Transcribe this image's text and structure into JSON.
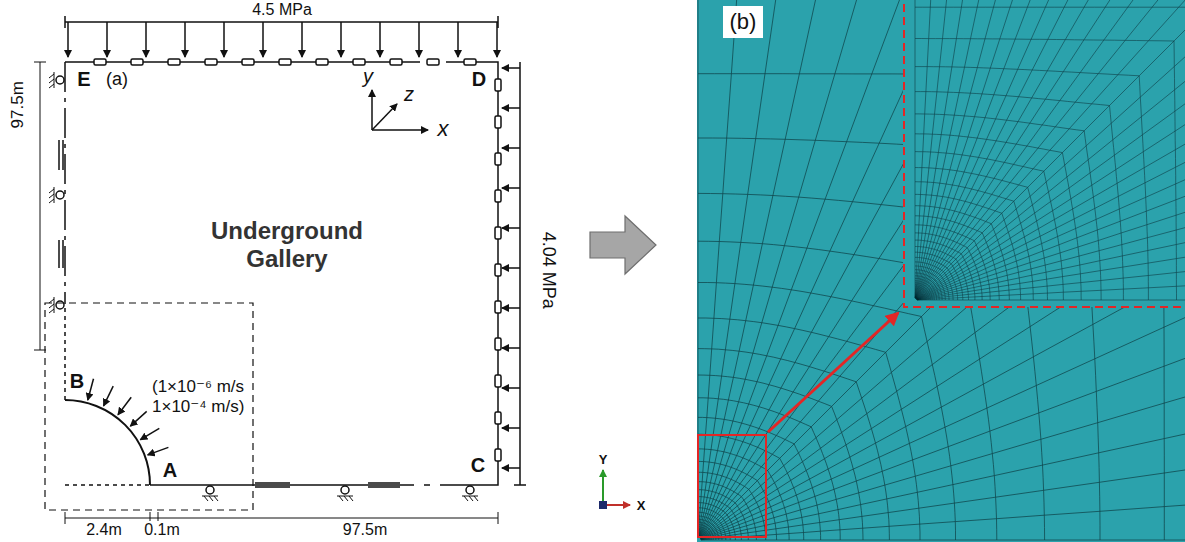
{
  "diagram": {
    "labels": [
      "4.5 MPa",
      "E",
      "(a)",
      "D",
      "y",
      "z",
      "x",
      "Underground Gallery",
      "97.5m",
      "4.04 MPa",
      "B",
      "(1×10⁻⁶ m/s 1×10⁻⁴ m/s)",
      "A",
      "C",
      "2.4m",
      "0.1m",
      "97.5m",
      "(b)",
      "Y",
      "X"
    ]
  }
}
